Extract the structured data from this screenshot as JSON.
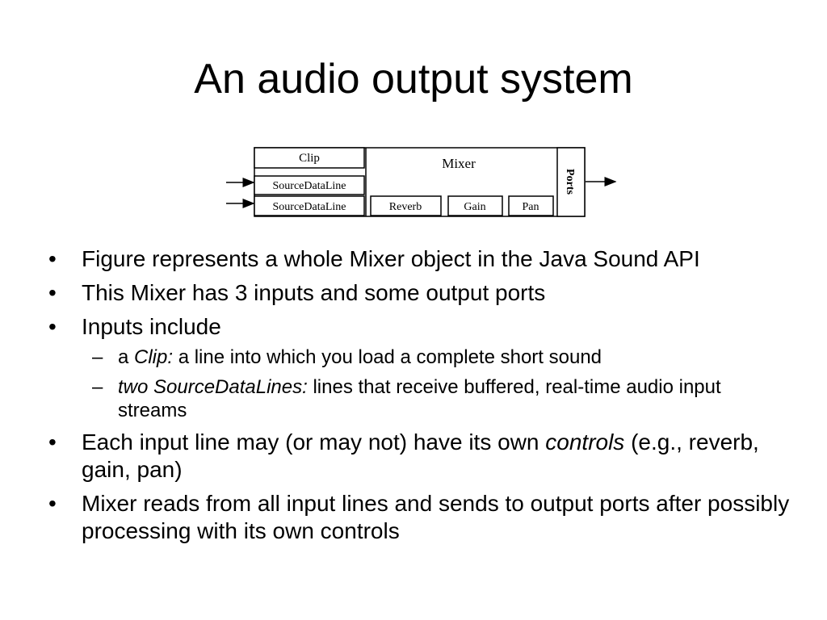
{
  "slide": {
    "title": "An audio output system"
  },
  "figure": {
    "clip_label": "Clip",
    "source_line_1_label": "SourceDataLine",
    "source_line_2_label": "SourceDataLine",
    "mixer_label": "Mixer",
    "reverb_label": "Reverb",
    "gain_label": "Gain",
    "pan_label": "Pan",
    "ports_label": "Ports"
  },
  "bullets": [
    {
      "marker": "•",
      "text": "Figure represents a whole Mixer object in the Java Sound API"
    },
    {
      "marker": "•",
      "text": "This Mixer has 3 inputs and some output ports"
    },
    {
      "marker": "•",
      "text": "Inputs include"
    },
    {
      "marker": "–",
      "prefix": "a ",
      "emphasis": "Clip:",
      "text": " a line into which you load a complete short sound"
    },
    {
      "marker": "–",
      "emphasis": "two SourceDataLines:",
      "text": " lines that receive buffered, real-time audio input streams"
    },
    {
      "marker": "•",
      "text_before": "Each input line may (or may not) have its own ",
      "emphasis": "controls",
      "text_after": " (e.g., reverb, gain, pan)"
    },
    {
      "marker": "•",
      "text": "Mixer reads from all input lines and sends to output ports after possibly processing with its own controls"
    }
  ]
}
